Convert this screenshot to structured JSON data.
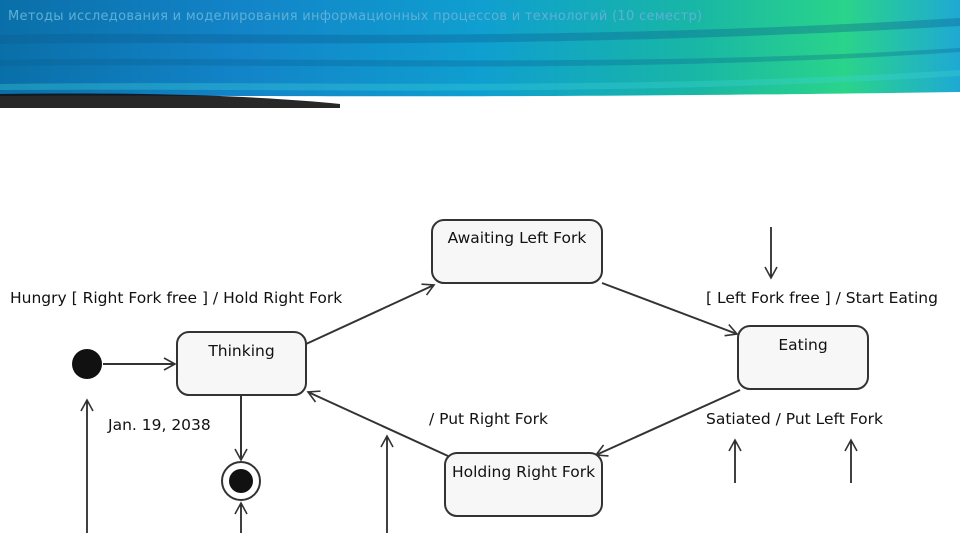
{
  "header": {
    "title": "Методы исследования и моделирования информационных процессов и технологий (10 семестр)"
  },
  "states": {
    "awaiting_left_fork": "Awaiting Left Fork",
    "thinking": "Thinking",
    "eating": "Eating",
    "holding_right_fork": "Holding Right Fork"
  },
  "transitions": {
    "hungry": "Hungry [ Right Fork free ] / Hold Right Fork",
    "start_eating": "[ Left Fork free ] / Start Eating",
    "put_right_fork": "/ Put Right Fork",
    "satiated": "Satiated / Put Left Fork",
    "time_event": "Jan. 19, 2038"
  },
  "colors": {
    "banner_primary": "#1284c8",
    "banner_accent": "#2ad48a",
    "state_fill": "#f7f7f7",
    "line": "#333333"
  }
}
